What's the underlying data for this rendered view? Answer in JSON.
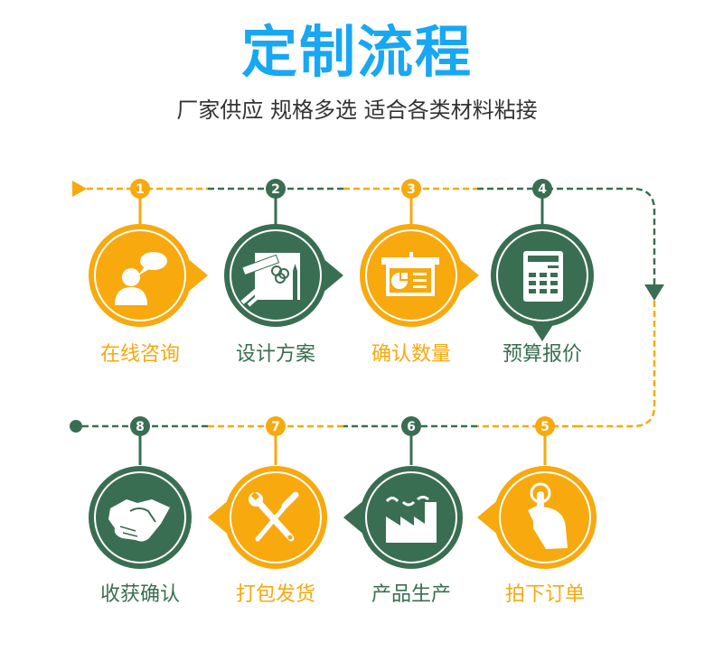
{
  "header": {
    "title": "定制流程",
    "subtitle": "厂家供应 规格多选 适合各类材料粘接"
  },
  "colors": {
    "title": "#18A7F2",
    "orange": "#F7A90E",
    "green": "#3A6E52",
    "subtitle": "#333333"
  },
  "steps": [
    {
      "number": "1",
      "label": "在线咨询",
      "icon": "consult-person-speech-icon",
      "color": "orange"
    },
    {
      "number": "2",
      "label": "设计方案",
      "icon": "design-ruler-pencil-icon",
      "color": "green"
    },
    {
      "number": "3",
      "label": "确认数量",
      "icon": "presentation-board-icon",
      "color": "orange"
    },
    {
      "number": "4",
      "label": "预算报价",
      "icon": "calculator-icon",
      "color": "green"
    },
    {
      "number": "5",
      "label": "拍下订单",
      "icon": "finger-tap-icon",
      "color": "orange"
    },
    {
      "number": "6",
      "label": "产品生产",
      "icon": "factory-icon",
      "color": "green"
    },
    {
      "number": "7",
      "label": "打包发货",
      "icon": "wrench-screwdriver-icon",
      "color": "orange"
    },
    {
      "number": "8",
      "label": "收获确认",
      "icon": "handshake-icon",
      "color": "green"
    }
  ]
}
